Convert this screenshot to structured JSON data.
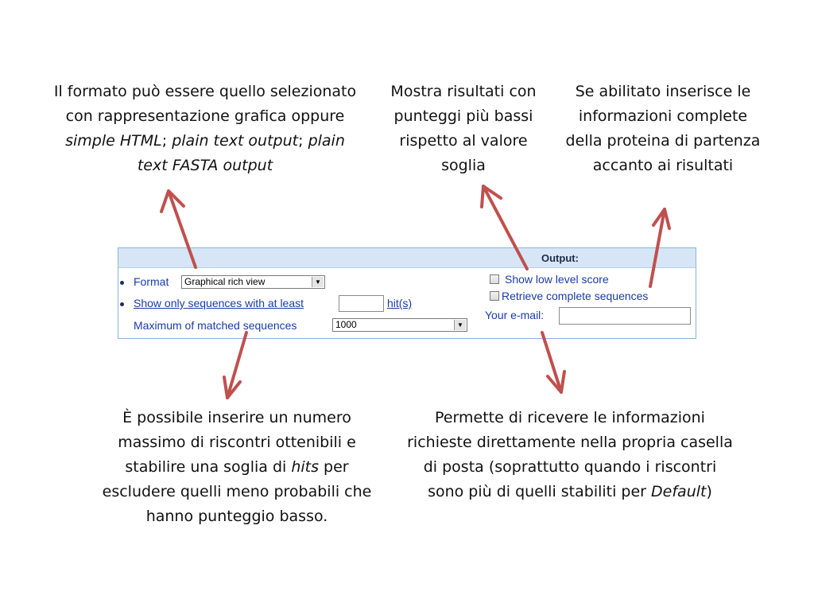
{
  "notes": {
    "format": {
      "t1": "Il formato può essere quello selezionato con rappresentazione grafica oppure ",
      "t2": "simple HTML",
      "t3": "; ",
      "t4": "plain text output",
      "t5": "; ",
      "t6": "plain text FASTA output"
    },
    "low_score": "Mostra risultati con punteggi più bassi rispetto al valore soglia",
    "retrieve": "Se abilitato inserisce le informazioni complete della proteina di partenza accanto ai risultati",
    "max": {
      "t1": "È possibile inserire un numero massimo di riscontri ottenibili e stabilire una soglia di ",
      "t2": "hits",
      "t3": " per escludere quelli meno probabili che hanno punteggio basso."
    },
    "email": {
      "t1": "Permette di ricevere le informazioni richieste direttamente nella propria casella di posta (soprattutto quando i riscontri sono più di quelli stabiliti per ",
      "t2": "Default",
      "t3": ")"
    }
  },
  "panel": {
    "output_title": "Output:",
    "format_label": "Format",
    "format_value": "Graphical rich view",
    "show_only_label": "Show only sequences with at least",
    "hits_label": "hit(s)",
    "hits_value": "",
    "max_label": "Maximum of matched sequences",
    "max_value": "1000",
    "low_score_label": "Show low level score",
    "retrieve_label": "Retrieve complete sequences",
    "email_label": "Your e-mail:",
    "email_value": ""
  },
  "colors": {
    "arrow": "#c0504d",
    "link_text": "#1a3ca8",
    "panel_header": "#d6e6f7",
    "panel_border": "#8eb3d8"
  }
}
